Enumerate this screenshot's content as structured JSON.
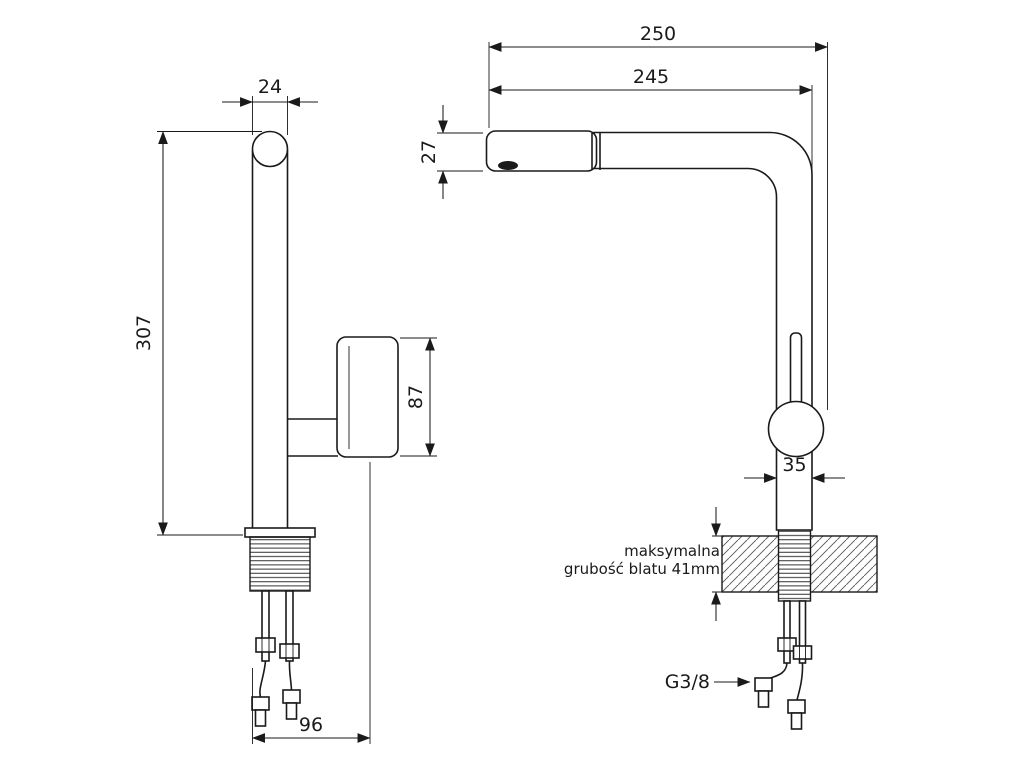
{
  "drawing": {
    "type": "faucet technical drawing, two orthographic views",
    "background_color": "#ffffff",
    "line_color": "#1a1a1a",
    "left_view": {
      "spout_width": "24",
      "total_height": "307",
      "body_height": "87",
      "base_depth": "96"
    },
    "right_view": {
      "total_depth": "250",
      "spout_reach": "245",
      "spout_end_height": "27",
      "body_width": "35",
      "counter_note_line1": "maksymalna",
      "counter_note_line2": "grubość blatu 41mm",
      "connection_thread": "G3/8"
    }
  }
}
